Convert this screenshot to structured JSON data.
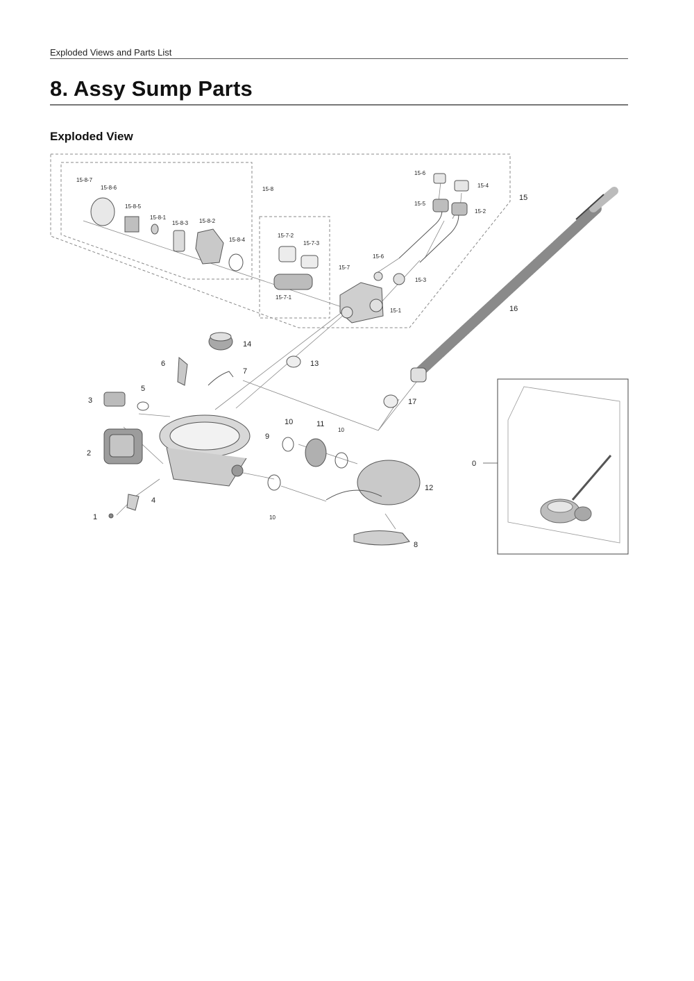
{
  "page": {
    "running_header": "Exploded Views and Parts List",
    "section_title": "8.  Assy Sump Parts",
    "sub_heading": "Exploded View"
  },
  "diagram": {
    "callouts": {
      "c_15_8_7": "15-8-7",
      "c_15_8_6": "15-8-6",
      "c_15_8_5": "15-8-5",
      "c_15_8_1": "15-8-1",
      "c_15_8_3": "15-8-3",
      "c_15_8_2": "15-8-2",
      "c_15_8_4": "15-8-4",
      "c_15_8": "15-8",
      "c_15_7_2": "15-7-2",
      "c_15_7_3": "15-7-3",
      "c_15_7_1": "15-7-1",
      "c_15_7": "15-7",
      "c_15_6a": "15-6",
      "c_15_6b": "15-6",
      "c_15_5": "15-5",
      "c_15_4": "15-4",
      "c_15_3": "15-3",
      "c_15_2": "15-2",
      "c_15_1": "15-1",
      "c_15": "15",
      "c_16": "16",
      "c_14": "14",
      "c_13": "13",
      "c_7": "7",
      "c_6": "6",
      "c_5": "5",
      "c_3": "3",
      "c_2": "2",
      "c_9": "9",
      "c_10a": "10",
      "c_11": "11",
      "c_10b": "10",
      "c_10c": "10",
      "c_12": "12",
      "c_4": "4",
      "c_1": "1",
      "c_8": "8",
      "c_17": "17",
      "c_0": "0"
    }
  }
}
